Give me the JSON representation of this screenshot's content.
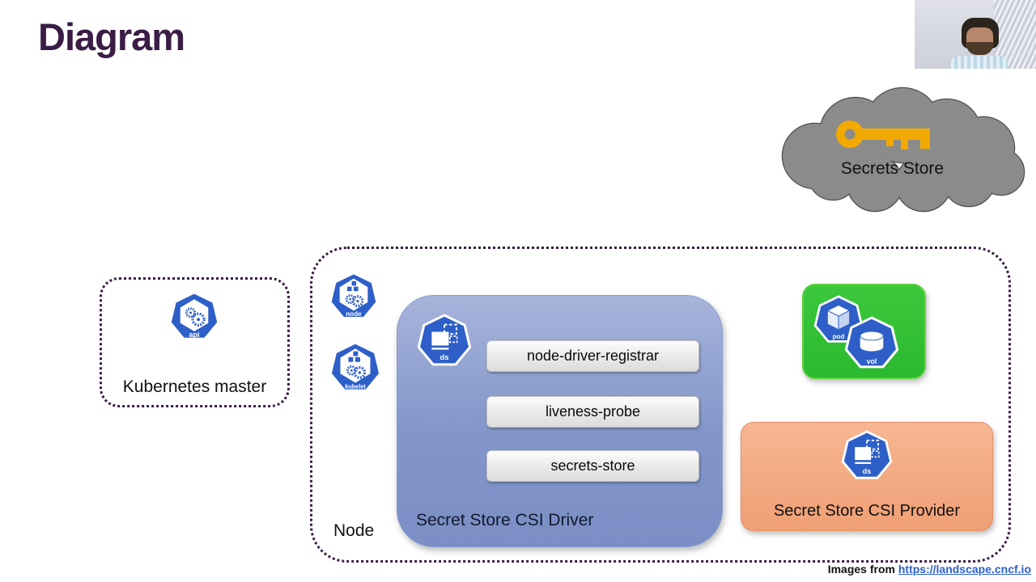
{
  "slide": {
    "title": "Diagram"
  },
  "webcam": {
    "name": "presenter-webcam"
  },
  "cloud": {
    "label": "Secrets Store"
  },
  "master": {
    "label": "Kubernetes master",
    "icon_label": "api"
  },
  "node_box": {
    "label": "Node",
    "node_icon_label": "node",
    "kubelet_icon_label": "kubelet"
  },
  "csi_driver": {
    "label": "Secret Store CSI Driver",
    "icon_label": "ds",
    "containers": [
      "node-driver-registrar",
      "liveness-probe",
      "secrets-store"
    ]
  },
  "pod_group": {
    "pod_icon_label": "pod",
    "volume_icon_label": "vol"
  },
  "csi_provider": {
    "label": "Secret Store CSI Provider",
    "icon_label": "ds"
  },
  "attribution": {
    "prefix": "Images from",
    "link_text": "https://landscape.cncf.io"
  },
  "colors": {
    "title": "#3a1c45",
    "dotted_border": "#3a1c45",
    "kubernetes_blue": "#2e5fc8",
    "driver_fill": "#8296ca",
    "pod_group_fill": "#2bb92f",
    "provider_fill": "#ef9f74",
    "cloud_fill": "#8b8b8b",
    "cloud_stroke": "#4f4f4f",
    "key": "#F2A900"
  }
}
